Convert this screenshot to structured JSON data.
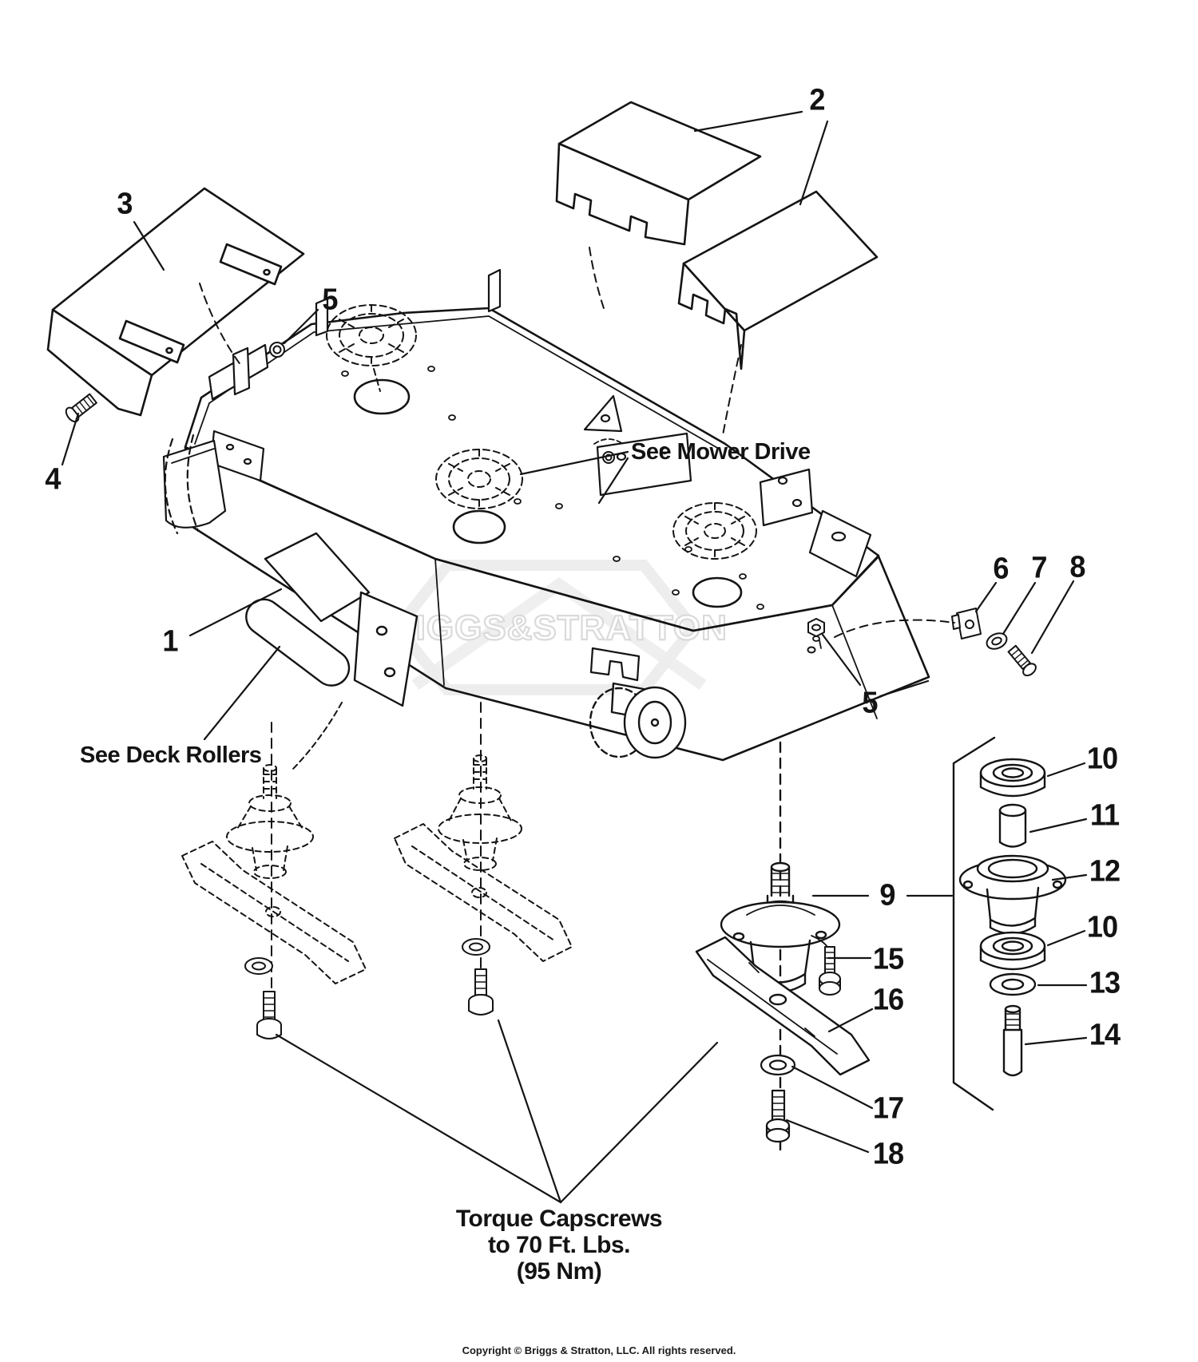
{
  "page": {
    "background_color": "#ffffff",
    "line_color": "#141414",
    "watermark_color": "#e7e7e7"
  },
  "watermark": {
    "text": "BRIGGS&STRATTON"
  },
  "callouts": [
    {
      "text": "1"
    },
    {
      "text": "2"
    },
    {
      "text": "3"
    },
    {
      "text": "4"
    },
    {
      "text": "5"
    },
    {
      "text": "5"
    },
    {
      "text": "6"
    },
    {
      "text": "7"
    },
    {
      "text": "8"
    },
    {
      "text": "9"
    },
    {
      "text": "10"
    },
    {
      "text": "11"
    },
    {
      "text": "12"
    },
    {
      "text": "10"
    },
    {
      "text": "13"
    },
    {
      "text": "14"
    },
    {
      "text": "15"
    },
    {
      "text": "16"
    },
    {
      "text": "17"
    },
    {
      "text": "18"
    }
  ],
  "annotations": {
    "see_mower_drive": "See Mower Drive",
    "see_deck_rollers": "See Deck Rollers",
    "torque": {
      "line1": "Torque Capscrews",
      "line2": "to 70 Ft. Lbs.",
      "line3": "(95 Nm)"
    }
  },
  "footer": {
    "copyright": "Copyright © Briggs & Stratton, LLC. All rights reserved."
  }
}
